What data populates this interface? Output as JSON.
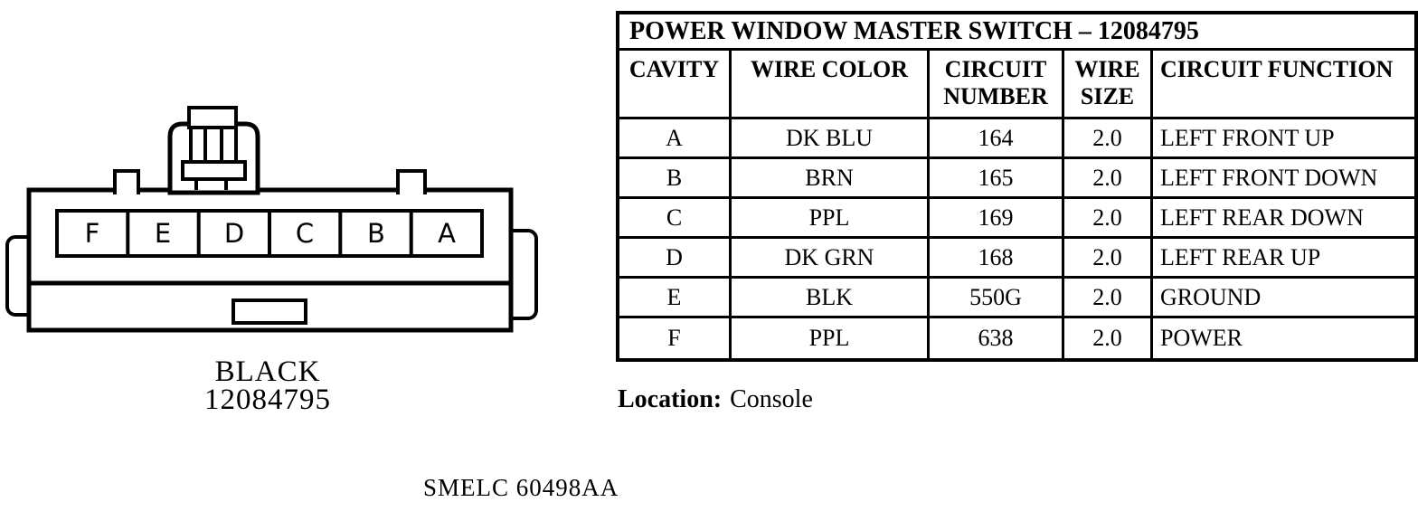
{
  "colors": {
    "ink": "#000000",
    "paper": "#ffffff"
  },
  "connector": {
    "cavity_labels": [
      "F",
      "E",
      "D",
      "C",
      "B",
      "A"
    ],
    "color_label": "BLACK",
    "part_number": "12084795"
  },
  "table": {
    "title": "POWER WINDOW MASTER SWITCH – 12084795",
    "columns": [
      "CAVITY",
      "WIRE COLOR",
      "CIRCUIT NUMBER",
      "WIRE SIZE",
      "CIRCUIT FUNCTION"
    ],
    "rows": [
      {
        "cavity": "A",
        "wire_color": "DK BLU",
        "circuit_number": "164",
        "wire_size": "2.0",
        "circuit_function": "LEFT FRONT UP"
      },
      {
        "cavity": "B",
        "wire_color": "BRN",
        "circuit_number": "165",
        "wire_size": "2.0",
        "circuit_function": "LEFT FRONT DOWN"
      },
      {
        "cavity": "C",
        "wire_color": "PPL",
        "circuit_number": "169",
        "wire_size": "2.0",
        "circuit_function": "LEFT REAR DOWN"
      },
      {
        "cavity": "D",
        "wire_color": "DK GRN",
        "circuit_number": "168",
        "wire_size": "2.0",
        "circuit_function": "LEFT REAR UP"
      },
      {
        "cavity": "E",
        "wire_color": "BLK",
        "circuit_number": "550G",
        "wire_size": "2.0",
        "circuit_function": "GROUND"
      },
      {
        "cavity": "F",
        "wire_color": "PPL",
        "circuit_number": "638",
        "wire_size": "2.0",
        "circuit_function": "POWER"
      }
    ]
  },
  "location": {
    "label": "Location:",
    "value": "Console"
  },
  "footer": {
    "doc_code": "SMELC 60498AA"
  }
}
